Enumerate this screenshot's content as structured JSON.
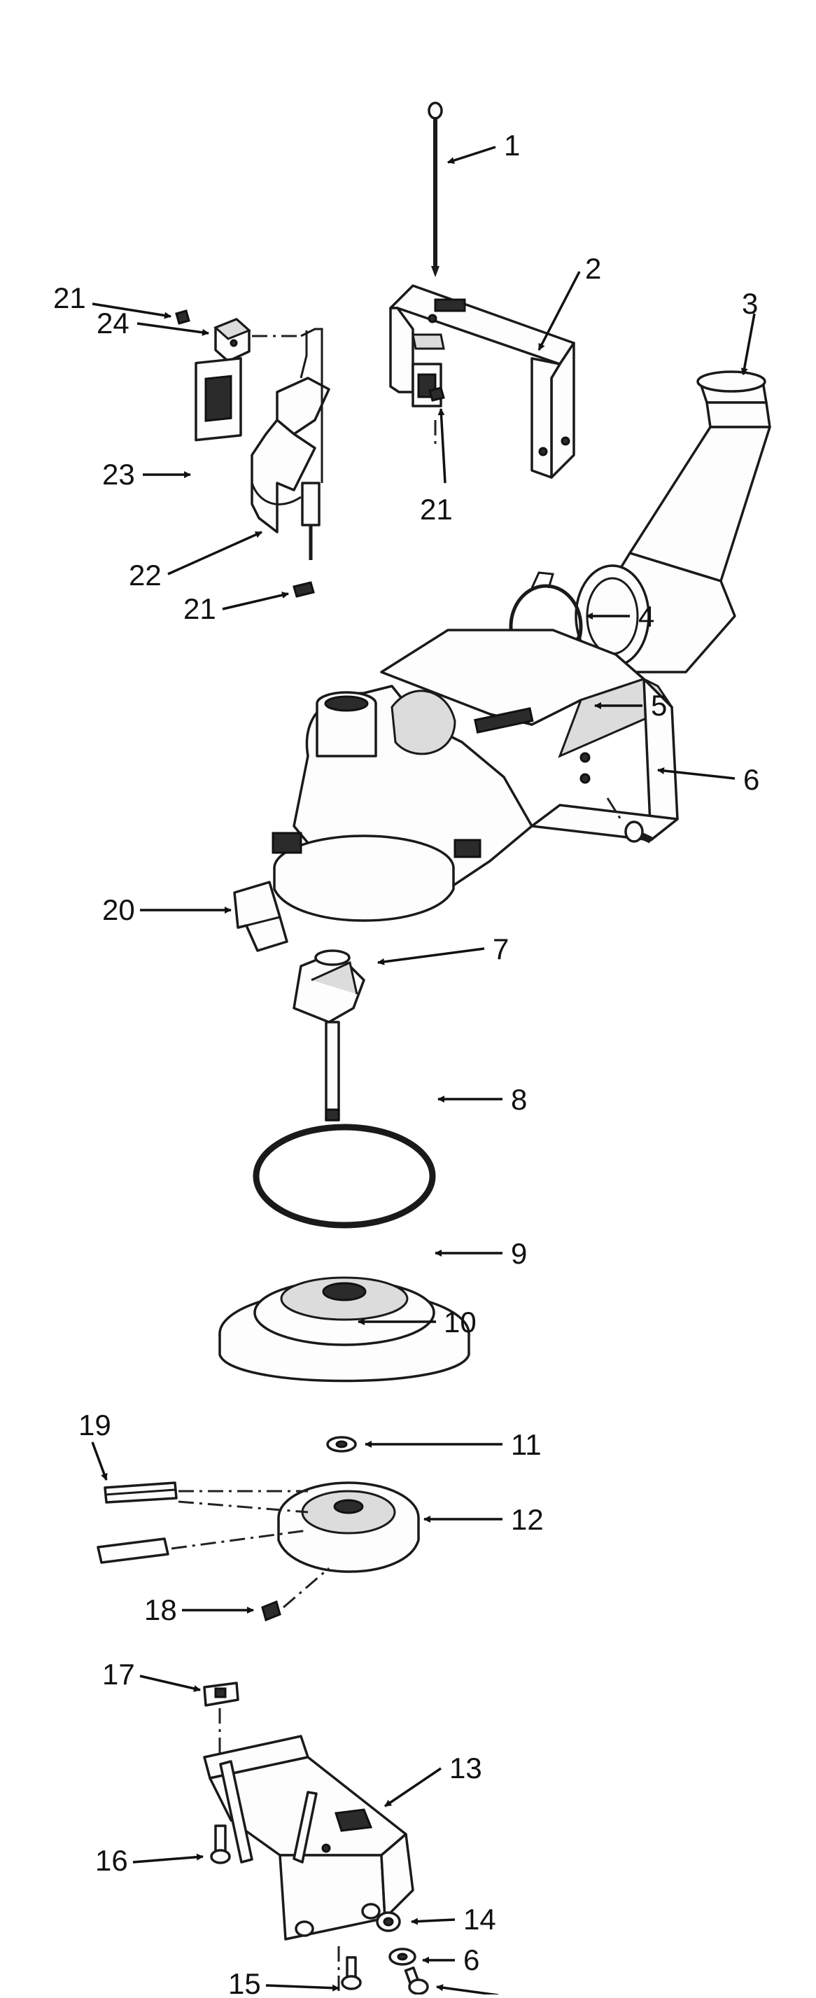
{
  "callouts": [
    {
      "label": "1"
    },
    {
      "label": "2"
    },
    {
      "label": "3"
    },
    {
      "label": "4"
    },
    {
      "label": "5"
    },
    {
      "label": "6"
    },
    {
      "label": "7"
    },
    {
      "label": "8"
    },
    {
      "label": "9"
    },
    {
      "label": "10"
    },
    {
      "label": "11"
    },
    {
      "label": "12"
    },
    {
      "label": "13"
    },
    {
      "label": "14"
    },
    {
      "label": "6"
    },
    {
      "label": "15"
    },
    {
      "label": "16"
    },
    {
      "label": "17"
    },
    {
      "label": "18"
    },
    {
      "label": "19"
    },
    {
      "label": "20"
    },
    {
      "label": "21"
    },
    {
      "label": "21"
    },
    {
      "label": "21"
    },
    {
      "label": "22"
    },
    {
      "label": "23"
    },
    {
      "label": "24"
    }
  ],
  "arrow_color": "#111111",
  "line_color": "#1a1a1a"
}
